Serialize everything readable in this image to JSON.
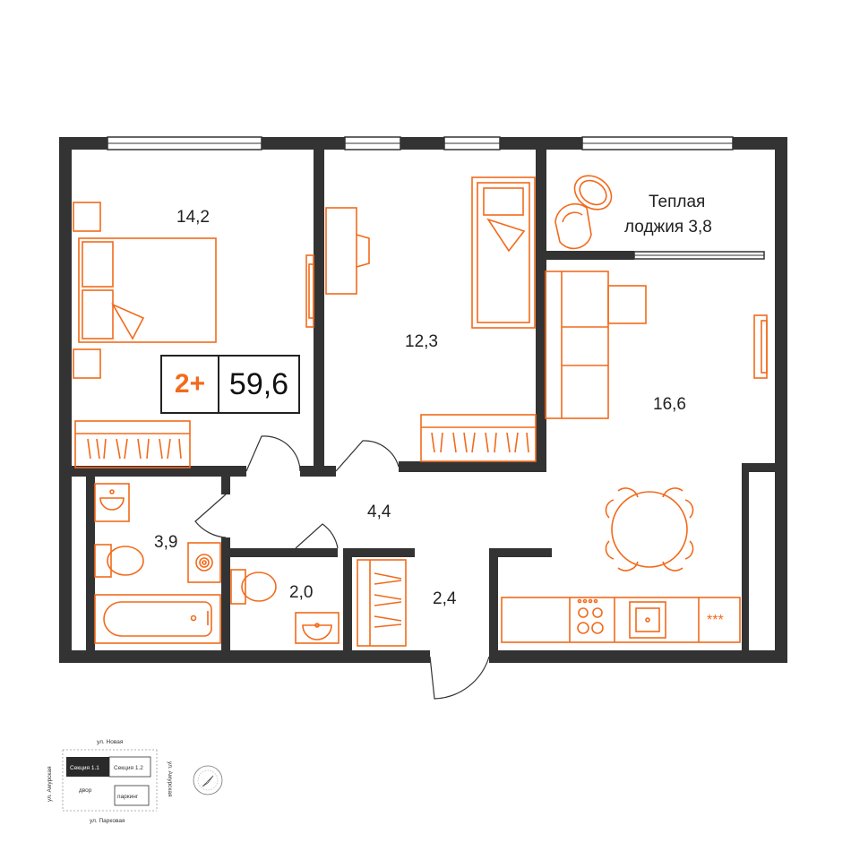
{
  "apartment": {
    "rooms_label": "2+",
    "total_area": "59,6"
  },
  "rooms": {
    "bedroom": "14,2",
    "second_room": "12,3",
    "loggia_line1": "Теплая",
    "loggia_line2": "лоджия 3,8",
    "living_kitchen": "16,6",
    "hallway": "4,4",
    "bathroom": "3,9",
    "wc": "2,0",
    "wardrobe": "2,4"
  },
  "kitchen": {
    "hob_symbol": "***"
  },
  "site_plan": {
    "street_north": "ул. Новая",
    "street_south": "ул. Парковая",
    "street_west": "ул. Амурская",
    "street_east": "ул. Амурская",
    "section_active": "Секция 1.1",
    "section_other": "Секция 1.2",
    "yard": "двор",
    "parking": "паркинг"
  },
  "colors": {
    "furniture": "#f26a1b",
    "walls": "#333333",
    "accent": "#f26a1b"
  }
}
